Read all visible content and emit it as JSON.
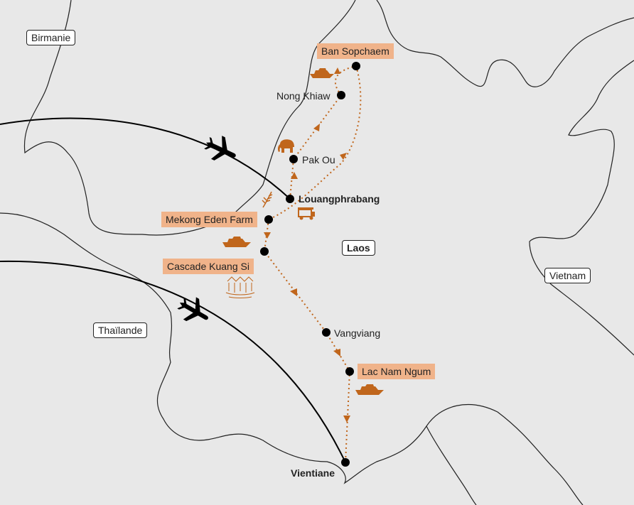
{
  "countries": {
    "birmanie": "Birmanie",
    "laos": "Laos",
    "vietnam": "Vietnam",
    "thailande": "Thaïlande"
  },
  "places": {
    "ban_sopchaem": "Ban Sopchaem",
    "nong_khiaw": "Nong Khiaw",
    "pak_ou": "Pak Ou",
    "louangphrabang": "Louangphrabang",
    "mekong_eden_farm": "Mekong Eden Farm",
    "cascade_kuang_si": "Cascade Kuang Si",
    "vangviang": "Vangviang",
    "lac_nam_ngum": "Lac Nam Ngum",
    "vientiane": "Vientiane"
  },
  "colors": {
    "background": "#e8e8e8",
    "route": "#c0661c",
    "highlight": "#f0b38a",
    "border": "#222222"
  },
  "icons": [
    "plane-icon",
    "boat-icon",
    "elephant-icon",
    "tuk-tuk-icon",
    "rice-icon",
    "waterfall-icon"
  ]
}
